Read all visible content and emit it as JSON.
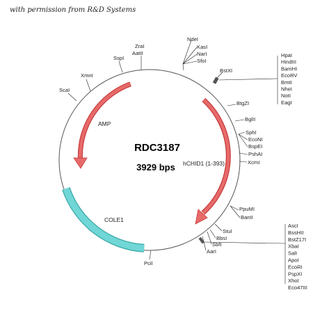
{
  "credit": "with permission from R&D Systems",
  "plasmid": {
    "name": "RDC3187",
    "size": "3929 bps",
    "insert_label": "hCHID1 (1-393)",
    "features": {
      "amp": "AMP",
      "cole1": "COLE1"
    },
    "colors": {
      "arrow_fill": "#e86a6a",
      "arrow_stroke": "#c43a3a",
      "cole1_fill": "#70d6d6",
      "cole1_stroke": "#3aa8a8",
      "backbone": "#555555"
    }
  },
  "sites": {
    "ndei": "NdeI",
    "kasi": "KasI",
    "nari": "NarI",
    "sfoi": "SfoI",
    "zrai": "ZraI",
    "aatii": "AatII",
    "sspi": "SspI",
    "xmni": "XmnI",
    "scai": "ScaI",
    "bstxi": "BstXI",
    "btgzi": "BtgZI",
    "bglii": "BglII",
    "sphi": "SphI",
    "econi": "EcoNI",
    "bspei": "BspEI",
    "pshai": "PshAI",
    "xcmi": "XcmI",
    "ppumi": "PpuMI",
    "banii": "BanII",
    "stui": "StuI",
    "bbsi": "BbsI",
    "sbfi": "SbfI",
    "aari": "AarI",
    "pcii": "PciI"
  },
  "mcs_top": [
    "HpaI",
    "HindIII",
    "BamHI",
    "EcoRV",
    "BmtI",
    "NheI",
    "NotI",
    "EagI"
  ],
  "mcs_bottom": [
    "AscI",
    "BssHII",
    "BstZ17I",
    "XbaI",
    "SalI",
    "ApoI",
    "EcoRI",
    "PspXI",
    "XhoI",
    "Eco47III"
  ]
}
